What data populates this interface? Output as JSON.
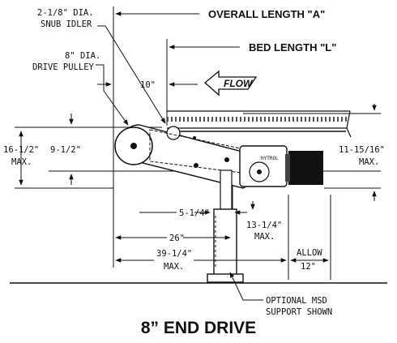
{
  "title": "8” END DRIVE",
  "labels": {
    "overall_length": "OVERALL LENGTH \"A\"",
    "bed_length": "BED LENGTH \"L\"",
    "flow": "FLOW",
    "snub_idler_1": "2-1/8\" DIA.",
    "snub_idler_2": "SNUB IDLER",
    "drive_pulley_1": "8\" DIA.",
    "drive_pulley_2": "DRIVE PULLEY",
    "dim_10": "10\"",
    "dim_16_1": "16-1/2\"",
    "dim_16_2": "MAX.",
    "dim_9": "9-1/2\"",
    "dim_11_1": "11-15/16\"",
    "dim_11_2": "MAX.",
    "dim_5": "5-1/4\"",
    "dim_13_1": "13-1/4\"",
    "dim_13_2": "MAX.",
    "dim_26": "26\"",
    "dim_39_1": "39-1/4\"",
    "dim_39_2": "MAX.",
    "allow_1": "ALLOW",
    "allow_2": "12\"",
    "support_1": "OPTIONAL MSD",
    "support_2": "SUPPORT SHOWN",
    "nameplate": "HYTROL"
  }
}
